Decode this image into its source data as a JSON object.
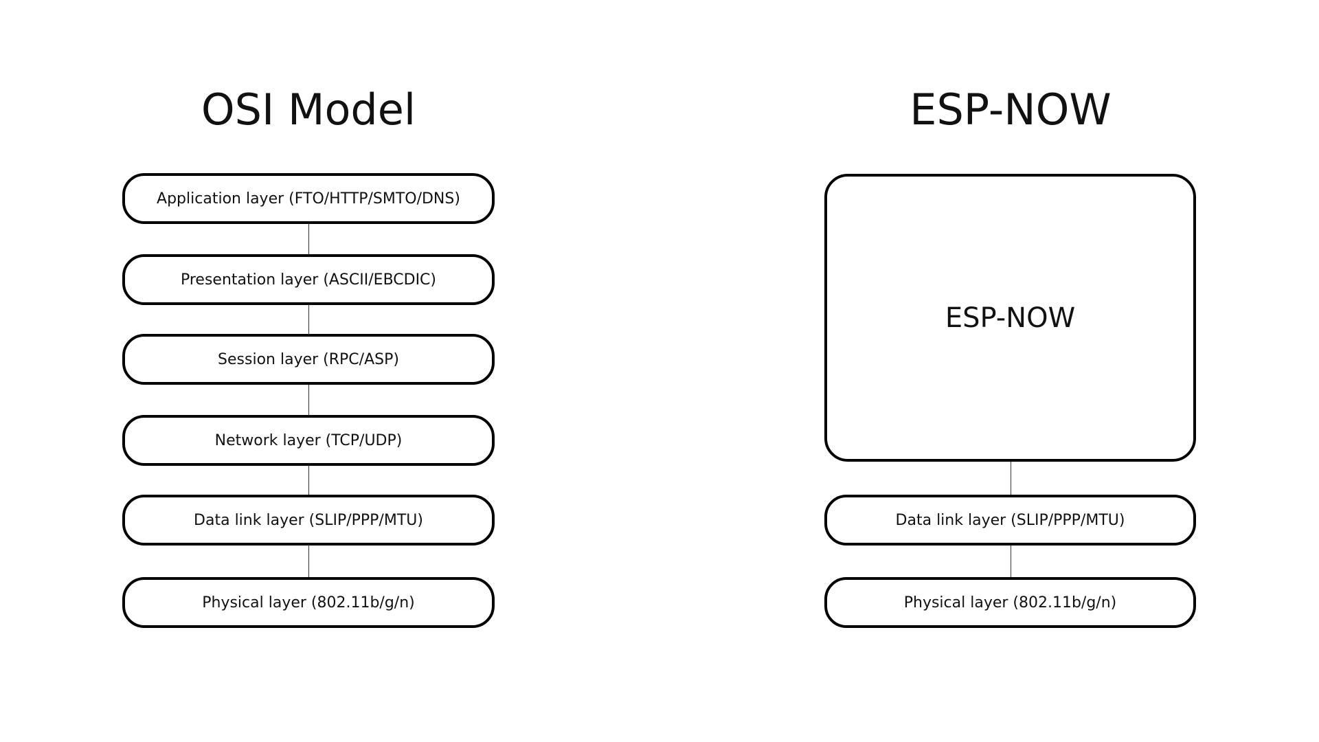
{
  "osi": {
    "title": "OSI Model",
    "layers": [
      "Application layer (FTO/HTTP/SMTO/DNS)",
      "Presentation layer (ASCII/EBCDIC)",
      "Session layer (RPC/ASP)",
      "Network layer (TCP/UDP)",
      "Data link layer (SLIP/PPP/MTU)",
      "Physical layer (802.11b/g/n)"
    ]
  },
  "espnow": {
    "title": "ESP-NOW",
    "layers": [
      "ESP-NOW",
      "Data link layer (SLIP/PPP/MTU)",
      "Physical layer (802.11b/g/n)"
    ]
  }
}
